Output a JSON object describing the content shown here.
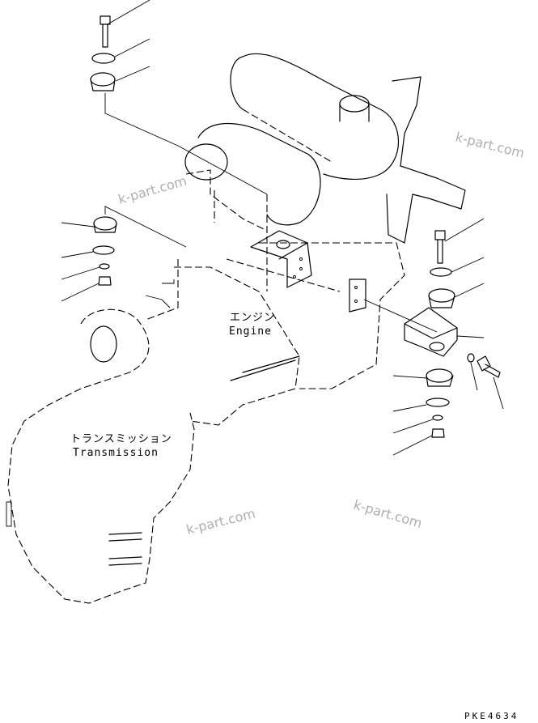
{
  "labels": {
    "engine_jp": "エンジン",
    "engine_en": "Engine",
    "transmission_jp": "トランスミッション",
    "transmission_en": "Transmission"
  },
  "watermark": "k-part.com",
  "drawing_code": "PKE4634"
}
